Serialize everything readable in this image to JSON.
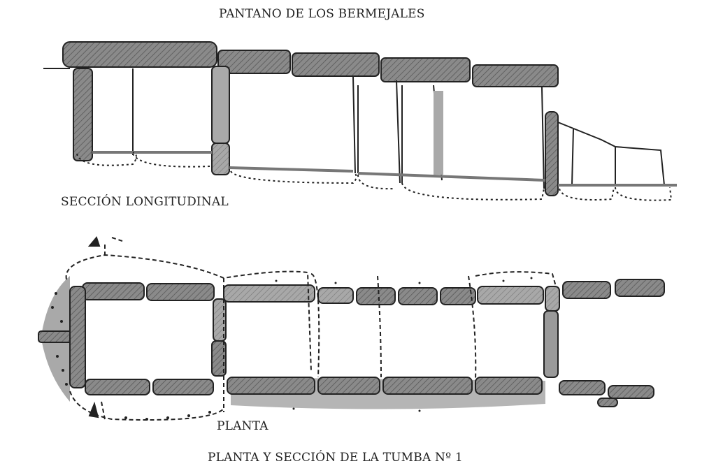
{
  "title": "PANTANO DE LOS BERMEJALES",
  "section_label": "SECCIÓN LONGITUDINAL",
  "plan_label": "PLANTA",
  "caption": "PLANTA Y SECCIÓN DE LA TUMBA Nº 1",
  "colors": {
    "stone_dark": "#7a7a7a",
    "stone_light": "#a9a9a9",
    "ink": "#222222"
  }
}
